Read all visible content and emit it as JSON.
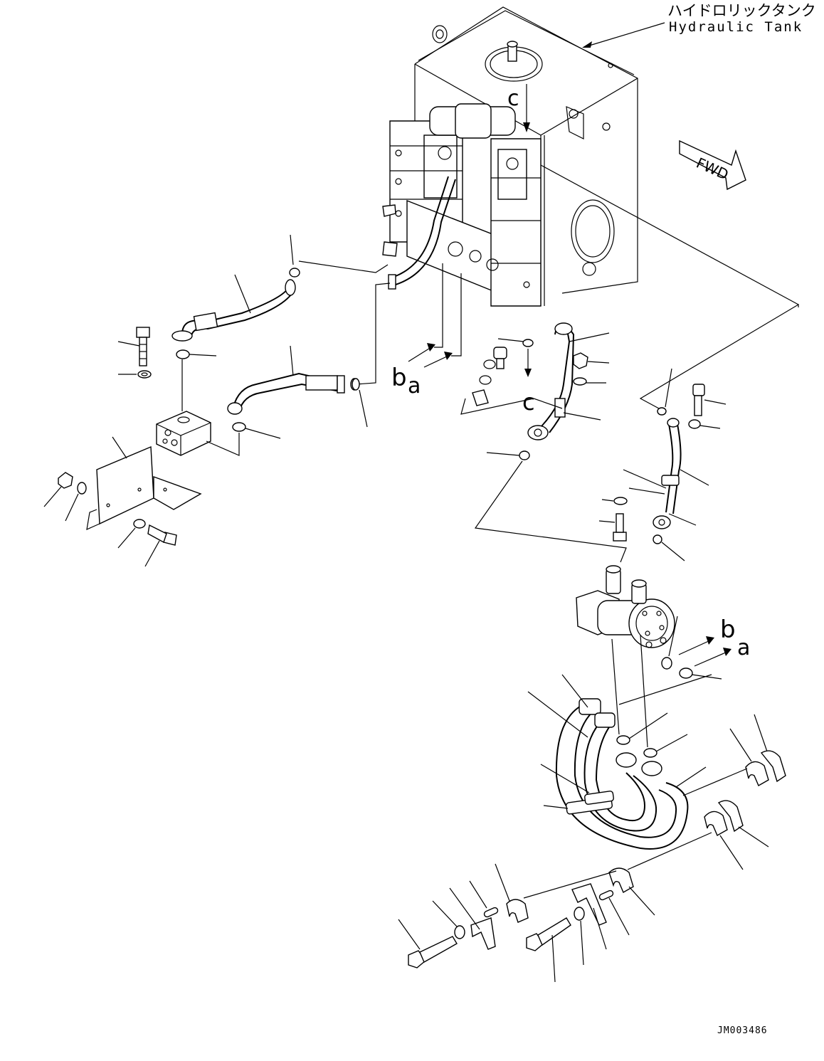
{
  "diagram": {
    "title_jp": "ハイドロリックタンク",
    "title_en": "Hydraulic Tank",
    "fwd_label": "FWD",
    "callouts": {
      "c": "c",
      "b": "b",
      "a": "a"
    },
    "drawing_number": "JM003486"
  }
}
